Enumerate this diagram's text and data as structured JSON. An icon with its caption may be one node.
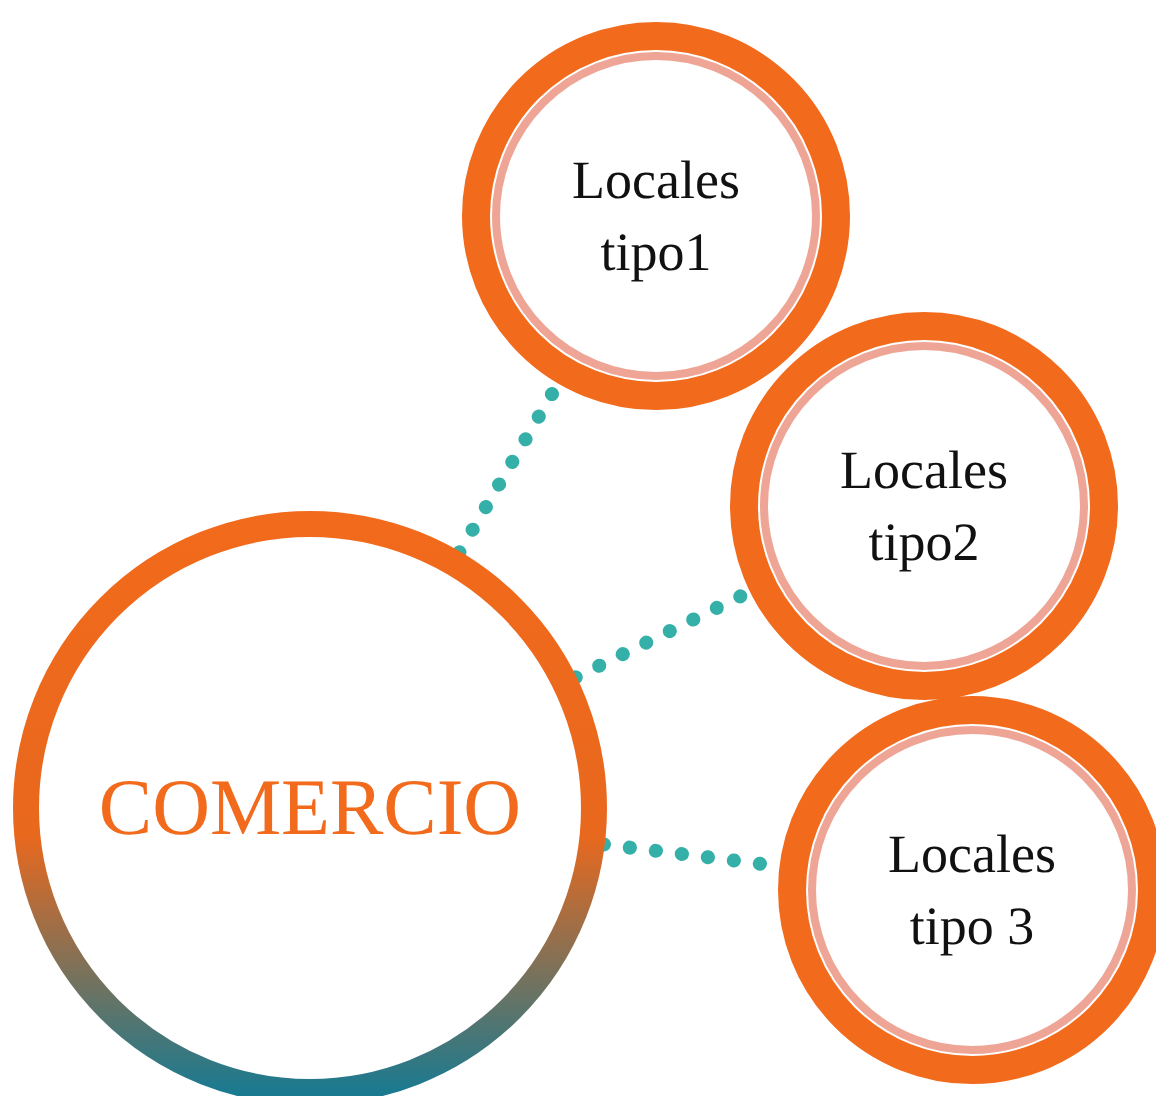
{
  "diagram": {
    "nodes": [
      {
        "text": [
          "COMERCIO"
        ]
      },
      {
        "text": [
          "Locales tipo1"
        ]
      },
      {
        "text": [
          "Locales tipo2"
        ]
      },
      {
        "text": [
          "Locales tipo 3"
        ]
      }
    ],
    "edges": [
      {
        "from": 0,
        "to": 1,
        "arrow": "none",
        "style": "dashed"
      },
      {
        "from": 0,
        "to": 2,
        "arrow": "none",
        "style": "dashed"
      },
      {
        "from": 0,
        "to": 3,
        "arrow": "none",
        "style": "dashed"
      }
    ]
  }
}
